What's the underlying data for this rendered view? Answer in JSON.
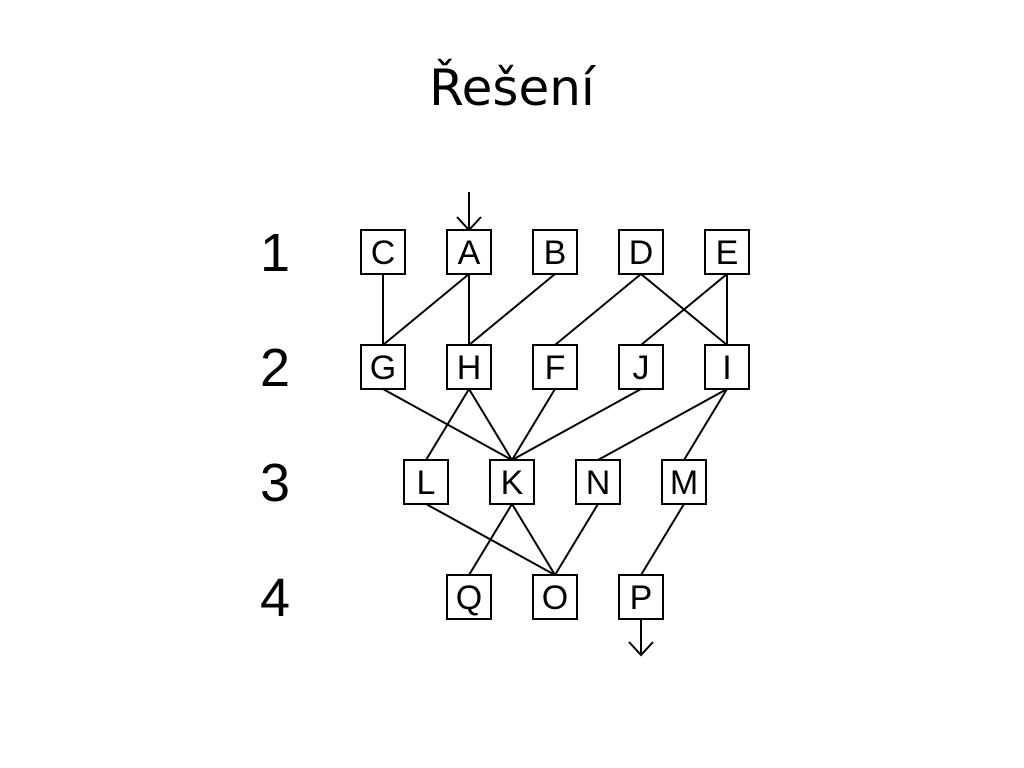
{
  "slide": {
    "title": "Řešení"
  },
  "diagram": {
    "levels": [
      "1",
      "2",
      "3",
      "4"
    ],
    "nodes": [
      {
        "id": "C",
        "label": "C",
        "level": 1,
        "slot": 0
      },
      {
        "id": "A",
        "label": "A",
        "level": 1,
        "slot": 1
      },
      {
        "id": "B",
        "label": "B",
        "level": 1,
        "slot": 2
      },
      {
        "id": "D",
        "label": "D",
        "level": 1,
        "slot": 3
      },
      {
        "id": "E",
        "label": "E",
        "level": 1,
        "slot": 4
      },
      {
        "id": "G",
        "label": "G",
        "level": 2,
        "slot": 0
      },
      {
        "id": "H",
        "label": "H",
        "level": 2,
        "slot": 1
      },
      {
        "id": "F",
        "label": "F",
        "level": 2,
        "slot": 2
      },
      {
        "id": "J",
        "label": "J",
        "level": 2,
        "slot": 3
      },
      {
        "id": "I",
        "label": "I",
        "level": 2,
        "slot": 4
      },
      {
        "id": "L",
        "label": "L",
        "level": 3,
        "slot": 0.5
      },
      {
        "id": "K",
        "label": "K",
        "level": 3,
        "slot": 1.5
      },
      {
        "id": "N",
        "label": "N",
        "level": 3,
        "slot": 2.5
      },
      {
        "id": "M",
        "label": "M",
        "level": 3,
        "slot": 3.5
      },
      {
        "id": "Q",
        "label": "Q",
        "level": 4,
        "slot": 1
      },
      {
        "id": "O",
        "label": "O",
        "level": 4,
        "slot": 2
      },
      {
        "id": "P",
        "label": "P",
        "level": 4,
        "slot": 3
      }
    ],
    "edges": [
      [
        "C",
        "G"
      ],
      [
        "A",
        "G"
      ],
      [
        "A",
        "H"
      ],
      [
        "B",
        "H"
      ],
      [
        "D",
        "F"
      ],
      [
        "D",
        "I"
      ],
      [
        "E",
        "J"
      ],
      [
        "E",
        "I"
      ],
      [
        "G",
        "K"
      ],
      [
        "H",
        "L"
      ],
      [
        "H",
        "K"
      ],
      [
        "F",
        "K"
      ],
      [
        "J",
        "K"
      ],
      [
        "I",
        "N"
      ],
      [
        "I",
        "M"
      ],
      [
        "L",
        "O"
      ],
      [
        "K",
        "Q"
      ],
      [
        "K",
        "O"
      ],
      [
        "N",
        "O"
      ],
      [
        "M",
        "P"
      ]
    ],
    "entry_node": "A",
    "exit_node": "P"
  }
}
